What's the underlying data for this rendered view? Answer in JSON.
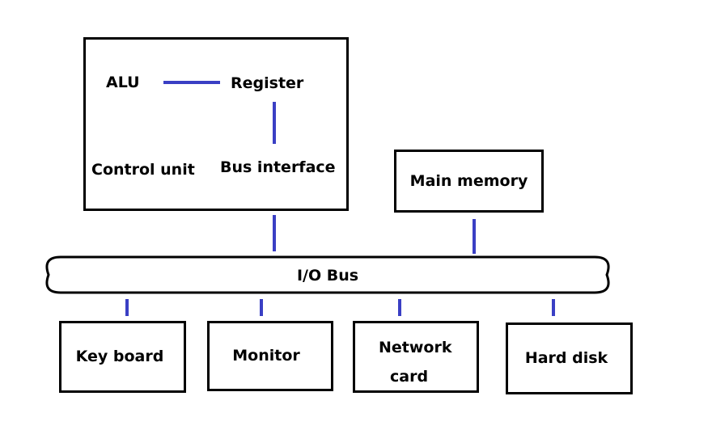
{
  "cpu": {
    "alu": "ALU",
    "register": "Register",
    "control_unit": "Control unit",
    "bus_interface": "Bus interface"
  },
  "main_memory": "Main memory",
  "bus": "I/O Bus",
  "devices": {
    "keyboard": "Key board",
    "monitor": "Monitor",
    "network_card_line1": "Network",
    "network_card_line2": "card",
    "hard_disk": "Hard disk"
  },
  "colors": {
    "connector": "#3a3fc4",
    "border": "#000000"
  }
}
